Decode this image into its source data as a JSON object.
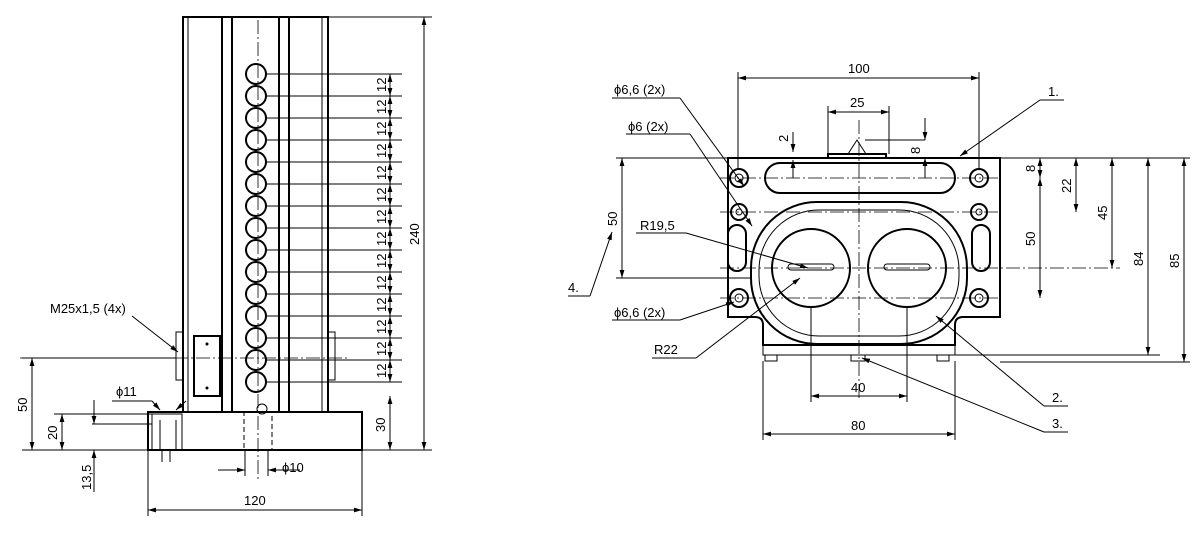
{
  "left_view": {
    "labels": {
      "thread": "M25x1,5 (4x)",
      "dia11": "ϕ11",
      "dia10": "ϕ10",
      "height240": "240",
      "height50": "50",
      "height20": "20",
      "height13_5": "13,5",
      "height30": "30",
      "width120": "120",
      "pitch": "12"
    },
    "pitch_count": 15
  },
  "right_view": {
    "labels": {
      "width100": "100",
      "width25": "25",
      "dim2": "2",
      "dim8_top": "8",
      "dia6_6_top": "ϕ6,6 (2x)",
      "dia6": "ϕ6 (2x)",
      "dia6_6_bottom": "ϕ6,6 (2x)",
      "r19_5": "R19,5",
      "r22": "R22",
      "dim50_left": "50",
      "dim8_right": "8",
      "dim22": "22",
      "dim45": "45",
      "dim50_right": "50",
      "dim84": "84",
      "dim85": "85",
      "width40": "40",
      "width80": "80",
      "callout1": "1.",
      "callout2": "2.",
      "callout3": "3.",
      "callout4": "4."
    }
  }
}
